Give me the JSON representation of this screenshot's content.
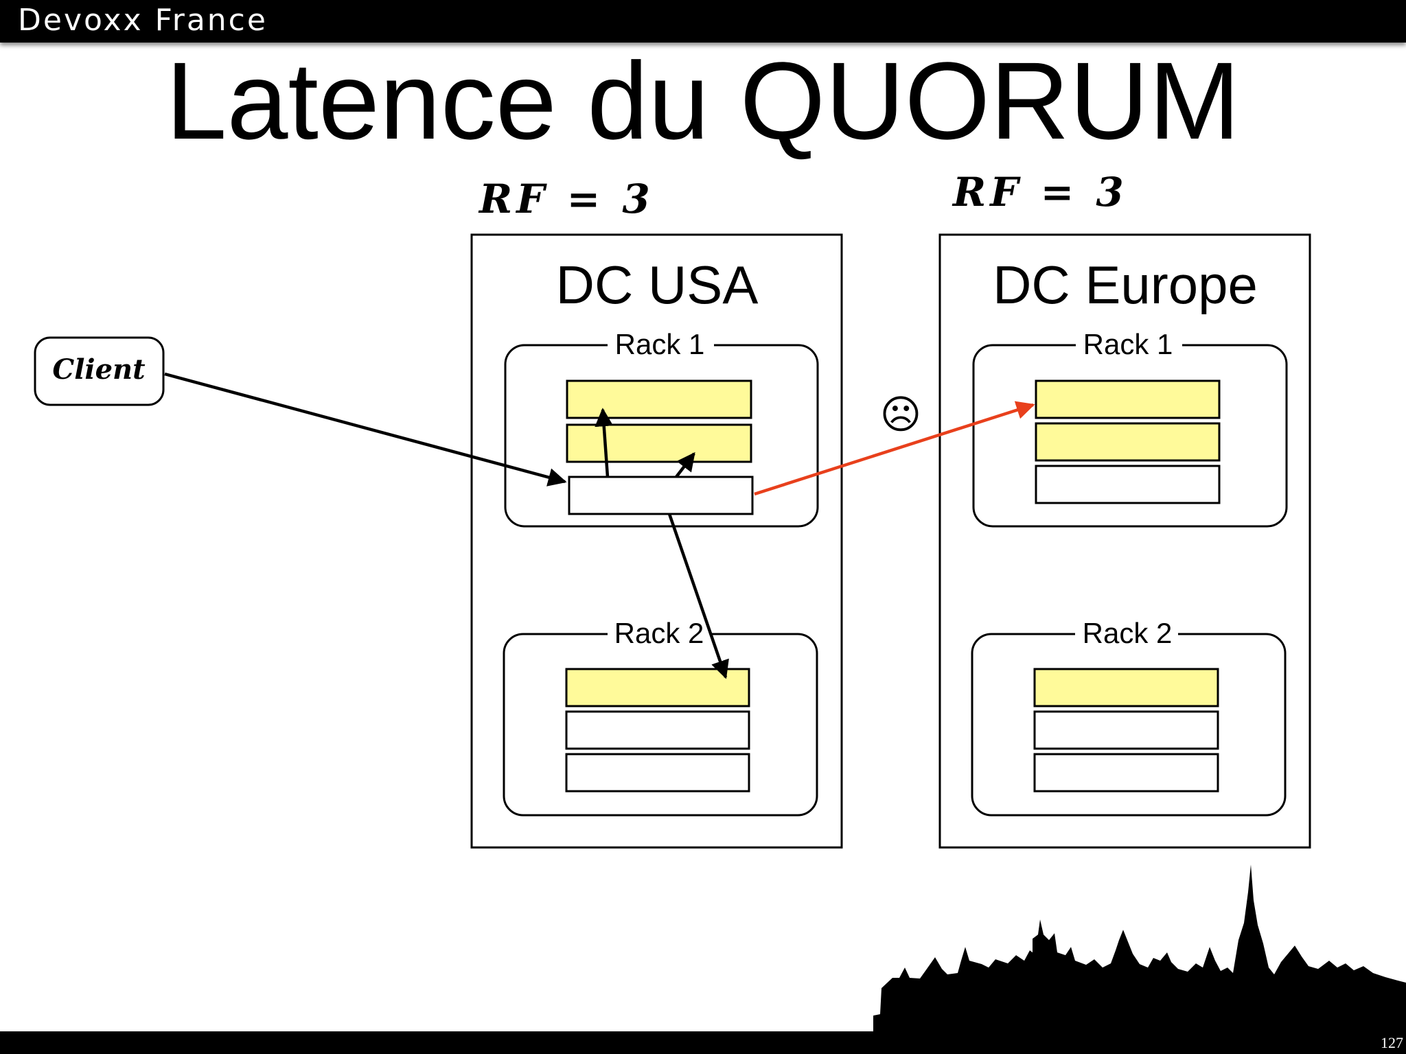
{
  "header": {
    "brand": "Devoxx France"
  },
  "slide": {
    "title": "Latence du QUORUM",
    "page_number": "127"
  },
  "client": {
    "label": "Client"
  },
  "datacenters": [
    {
      "name": "DC USA",
      "rf_label": "RF = 3",
      "racks": [
        {
          "label": "Rack 1",
          "nodes": [
            "replica",
            "replica",
            "coordinator"
          ]
        },
        {
          "label": "Rack 2",
          "nodes": [
            "replica",
            "empty",
            "empty"
          ]
        }
      ]
    },
    {
      "name": "DC Europe",
      "rf_label": "RF = 3",
      "racks": [
        {
          "label": "Rack 1",
          "nodes": [
            "replica",
            "replica",
            "empty"
          ]
        },
        {
          "label": "Rack 2",
          "nodes": [
            "replica",
            "empty",
            "empty"
          ]
        }
      ]
    }
  ],
  "sad_face": "☹",
  "colors": {
    "replica_fill": "#FFFA9A",
    "empty_fill": "#FFFFFF",
    "remote_arrow": "#E8401C",
    "local_arrow": "#000000"
  }
}
